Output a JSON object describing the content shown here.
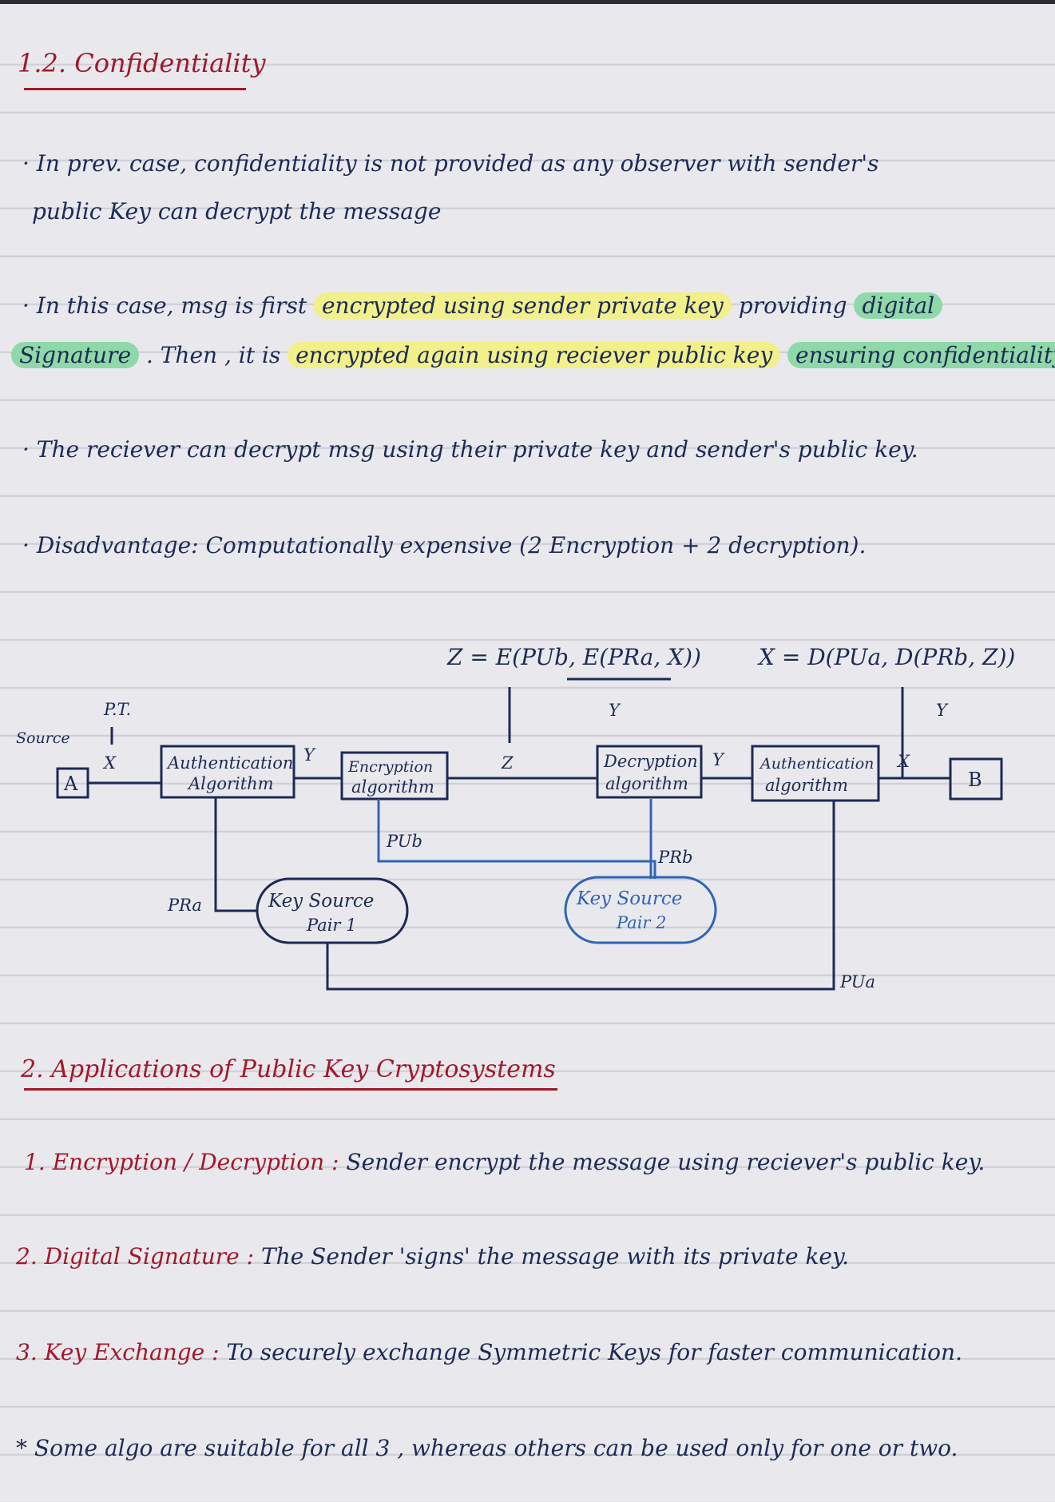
{
  "section": {
    "title": "1.2. Confidentiality"
  },
  "paragraphs": {
    "p1_line1": "· In prev. case, confidentiality is not provided as any observer with sender's",
    "p1_line2": "public Key can decrypt the message",
    "p2_a": "· In this case, msg is first",
    "p2_h1": "encrypted using sender private key",
    "p2_b": "providing",
    "p2_h2": "digital",
    "p2_h3": "Signature",
    "p2_c": ". Then , it is",
    "p2_h4": "encrypted again using reciever public key",
    "p2_h5": "ensuring confidentiality.",
    "p3": "· The reciever can decrypt msg using their private key and sender's public key.",
    "p4": "· Disadvantage: Computationally expensive (2 Encryption + 2 decryption)."
  },
  "diagram": {
    "formula_z": "Z = E(PUb, E(PRa, X))",
    "formula_x": "X = D(PUa, D(PRb, Z))",
    "y_under_z": "Y",
    "y_under_x": "Y",
    "source_label": "Source",
    "pt_label": "P.T.",
    "x_label_1": "X",
    "node_a": "A",
    "node_b": "B",
    "auth_alg_1": [
      "Authentication",
      "Algorithm"
    ],
    "y_label_1": "Y",
    "enc_alg": [
      "Encryption",
      "algorithm"
    ],
    "z_label": "Z",
    "dec_alg": [
      "Decryption",
      "algorithm"
    ],
    "y_label_2": "Y",
    "auth_alg_2": [
      "Authentication",
      "algorithm"
    ],
    "x_label_2": "X",
    "pub_label": "PUb",
    "prb_label": "PRb",
    "pra_label": "PRa",
    "pua_label": "PUa",
    "key_pair_1": [
      "Key Source",
      "Pair 1"
    ],
    "key_pair_2": [
      "Key Source",
      "Pair 2"
    ]
  },
  "applications": {
    "title": "2. Applications of Public Key Cryptosystems",
    "item1_label": "1. Encryption / Decryption :",
    "item1_text": "Sender encrypt the message using reciever's public key.",
    "item2_label": "2. Digital Signature :",
    "item2_text": "The Sender 'signs' the message with its private key.",
    "item3_label": "3. Key Exchange :",
    "item3_text": "To securely exchange Symmetric Keys for faster communication.",
    "note": "* Some algo are suitable for all 3 , whereas others can be used only for one or two."
  },
  "colors": {
    "ink": "#1c2a55",
    "heading_red": "#a2182a",
    "highlight_yellow": "#f1f08a",
    "highlight_green": "#8fd8a8",
    "blue_line": "#2f64b8",
    "paper": "#e9e9ed"
  }
}
